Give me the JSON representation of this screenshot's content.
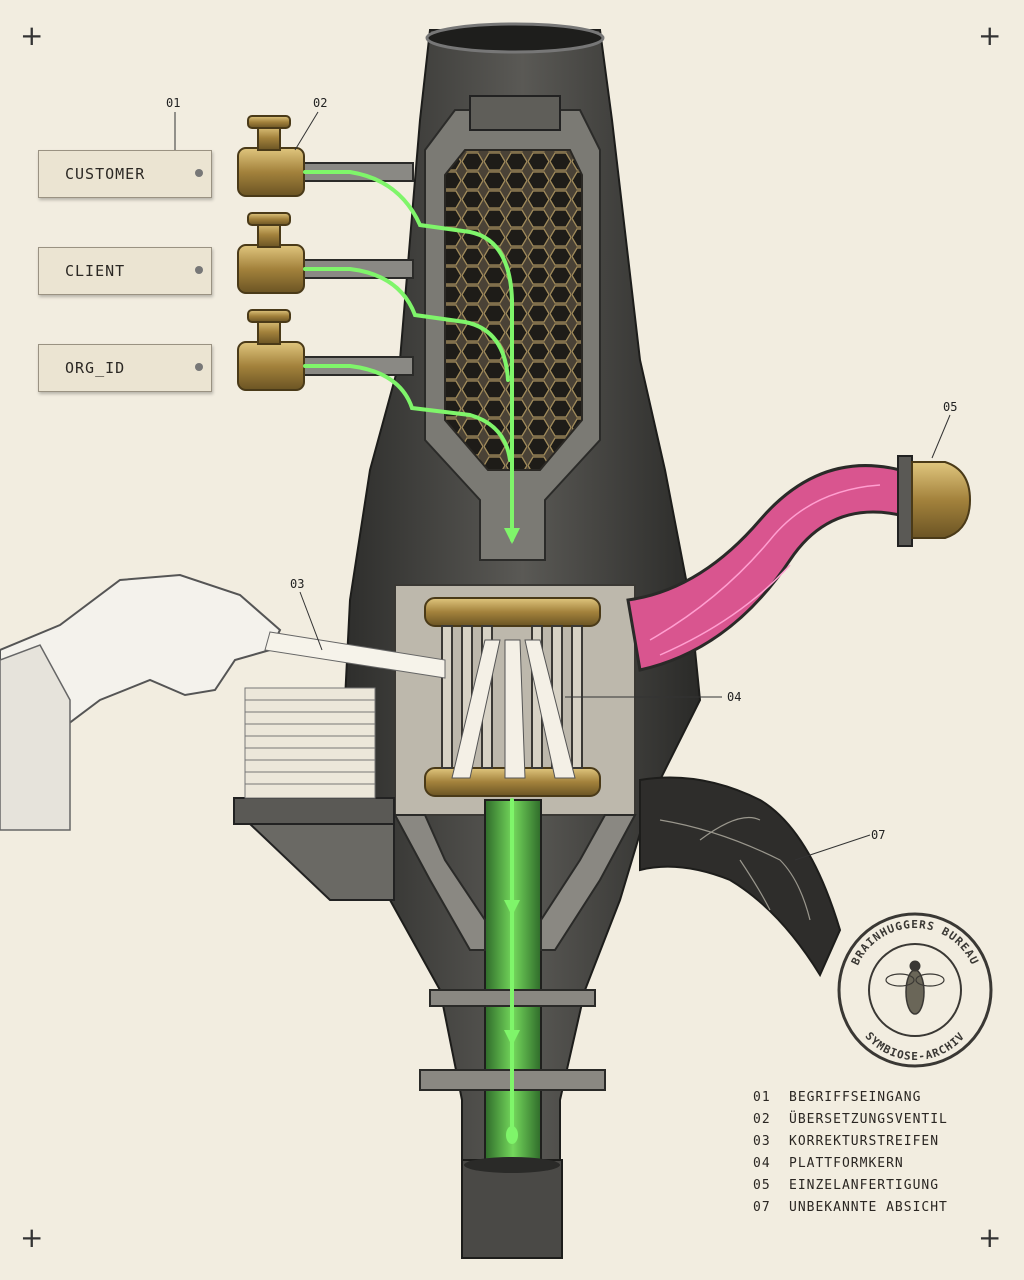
{
  "tags": [
    {
      "label": "CUSTOMER"
    },
    {
      "label": "CLIENT"
    },
    {
      "label": "ORG_ID"
    }
  ],
  "callouts": {
    "c01": "01",
    "c02": "02",
    "c03": "03",
    "c04": "04",
    "c05": "05",
    "c07": "07"
  },
  "legend": [
    {
      "num": "01",
      "label": "BEGRIFFSEINGANG"
    },
    {
      "num": "02",
      "label": "ÜBERSETZUNGSVENTIL"
    },
    {
      "num": "03",
      "label": "KORREKTURSTREIFEN"
    },
    {
      "num": "04",
      "label": "PLATTFORMKERN"
    },
    {
      "num": "05",
      "label": "EINZELANFERTIGUNG"
    },
    {
      "num": "07",
      "label": "UNBEKANNTE ABSICHT"
    }
  ],
  "stamp": {
    "top_text": "BRAINHUGGERS BUREAU",
    "bottom_text": "SYMBIOSE-ARCHIV",
    "icon": "bee-icon"
  },
  "colors": {
    "flow_green": "#7ff56a",
    "custom_pink": "#e0509a",
    "brass": "#b89a4e",
    "iron": "#3a3a38",
    "paper": "#f2ede0"
  }
}
